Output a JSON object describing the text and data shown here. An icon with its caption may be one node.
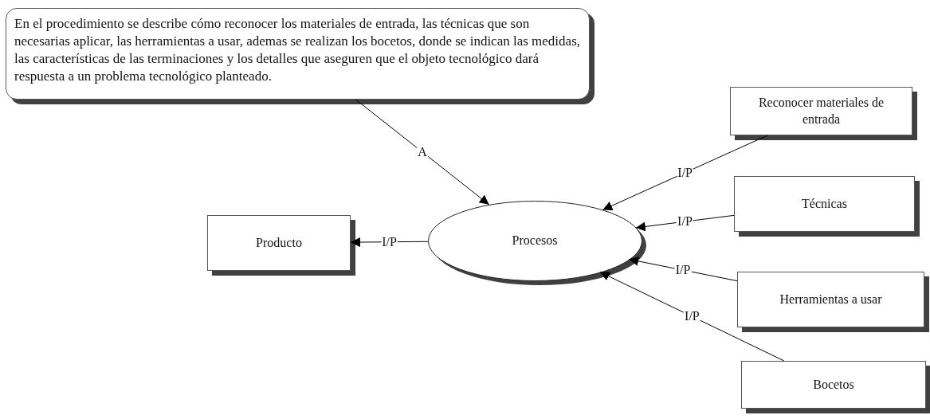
{
  "diagram": {
    "nodes": [
      {
        "text": [
          "En el procedimiento se describe cómo reconocer los materiales de entrada, las técnicas que son necesarias aplicar, las herramientas a usar, ademas se realizan los bocetos, donde se indican las medidas, las características de las terminaciones y los detalles que aseguren que el objeto tecnológico dará respuesta a un problema tecnológico planteado."
        ]
      },
      {
        "text": [
          "Procesos"
        ]
      },
      {
        "text": [
          "Producto"
        ]
      },
      {
        "text": [
          "Reconocer materiales de entrada"
        ]
      },
      {
        "text": [
          "Técnicas"
        ]
      },
      {
        "text": [
          "Herramientas a usar"
        ]
      },
      {
        "text": [
          "Bocetos"
        ]
      }
    ],
    "edges": [
      {
        "from": 0,
        "to": 1,
        "arrow": "to",
        "label": "A"
      },
      {
        "from": 1,
        "to": 2,
        "arrow": "to",
        "label": "I/P"
      },
      {
        "from": 3,
        "to": 1,
        "arrow": "to",
        "label": "I/P"
      },
      {
        "from": 4,
        "to": 1,
        "arrow": "to",
        "label": "I/P"
      },
      {
        "from": 5,
        "to": 1,
        "arrow": "to",
        "label": "I/P"
      },
      {
        "from": 6,
        "to": 1,
        "arrow": "to",
        "label": "I/P"
      }
    ]
  }
}
